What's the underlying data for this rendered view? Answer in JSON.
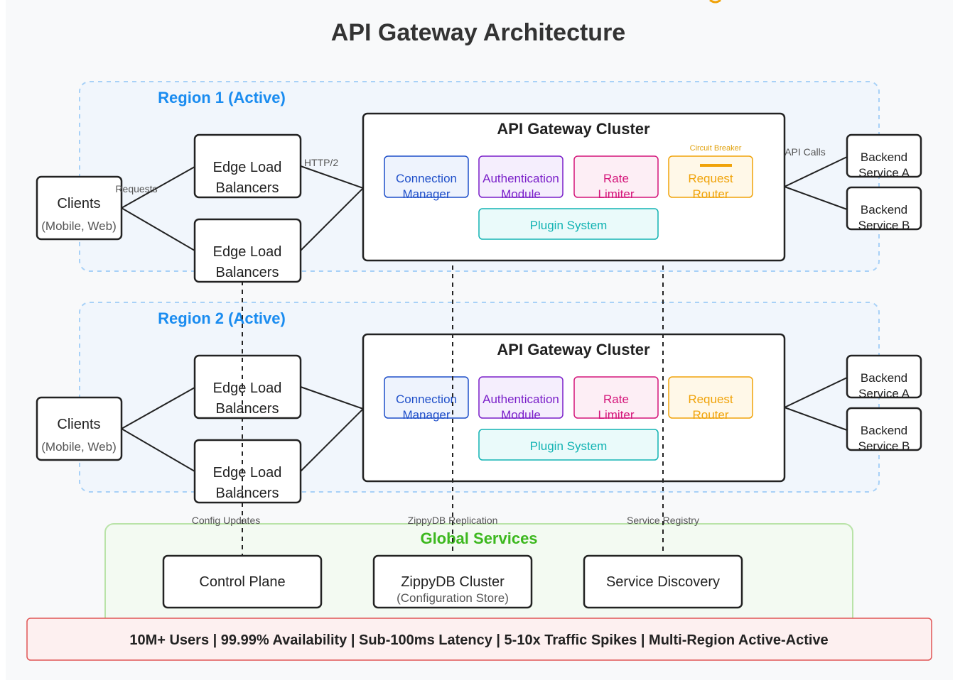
{
  "title": "API Gateway Architecture",
  "colors": {
    "region_label": "#1a8cf0",
    "global_label": "#3cb81e",
    "connection": "#1f4fc9",
    "auth": "#7a1fc9",
    "rate": "#d4157a",
    "router": "#f0a30a",
    "plugin": "#12b3b3",
    "stats_border": "#e05555"
  },
  "regions": [
    {
      "label": "Region 1 (Active)",
      "clients": {
        "title": "Clients",
        "subtitle": "(Mobile, Web)"
      },
      "edge_lb": [
        {
          "line1": "Edge Load",
          "line2": "Balancers"
        },
        {
          "line1": "Edge Load",
          "line2": "Balancers"
        }
      ],
      "gateway": {
        "title": "API Gateway Cluster",
        "modules": [
          {
            "line1": "Connection",
            "line2": "Manager"
          },
          {
            "line1": "Authentication",
            "line2": "Module"
          },
          {
            "line1": "Rate",
            "line2": "Limiter"
          },
          {
            "line1": "Request",
            "line2": "Router"
          }
        ],
        "plugin": "Plugin System",
        "circuit_breaker": "Circuit Breaker"
      },
      "backends": [
        {
          "line1": "Backend",
          "line2": "Service A"
        },
        {
          "line1": "Backend",
          "line2": "Service B"
        }
      ],
      "edge_labels": {
        "requests": "Requests",
        "http2": "HTTP/2",
        "api_calls": "API Calls"
      }
    },
    {
      "label": "Region 2 (Active)",
      "clients": {
        "title": "Clients",
        "subtitle": "(Mobile, Web)"
      },
      "edge_lb": [
        {
          "line1": "Edge Load",
          "line2": "Balancers"
        },
        {
          "line1": "Edge Load",
          "line2": "Balancers"
        }
      ],
      "gateway": {
        "title": "API Gateway Cluster",
        "modules": [
          {
            "line1": "Connection",
            "line2": "Manager"
          },
          {
            "line1": "Authentication",
            "line2": "Module"
          },
          {
            "line1": "Rate",
            "line2": "Limiter"
          },
          {
            "line1": "Request",
            "line2": "Router"
          }
        ],
        "plugin": "Plugin System"
      },
      "backends": [
        {
          "line1": "Backend",
          "line2": "Service A"
        },
        {
          "line1": "Backend",
          "line2": "Service B"
        }
      ]
    }
  ],
  "global": {
    "label": "Global Services",
    "services": [
      {
        "title": "Control Plane"
      },
      {
        "title": "ZippyDB Cluster",
        "subtitle": "(Configuration Store)"
      },
      {
        "title": "Service Discovery"
      }
    ],
    "link_labels": {
      "config": "Config Updates",
      "replication": "ZippyDB Replication",
      "registry": "Service Registry"
    }
  },
  "stats": "10M+ Users | 99.99% Availability | Sub-100ms Latency | 5-10x Traffic Spikes | Multi-Region Active-Active"
}
